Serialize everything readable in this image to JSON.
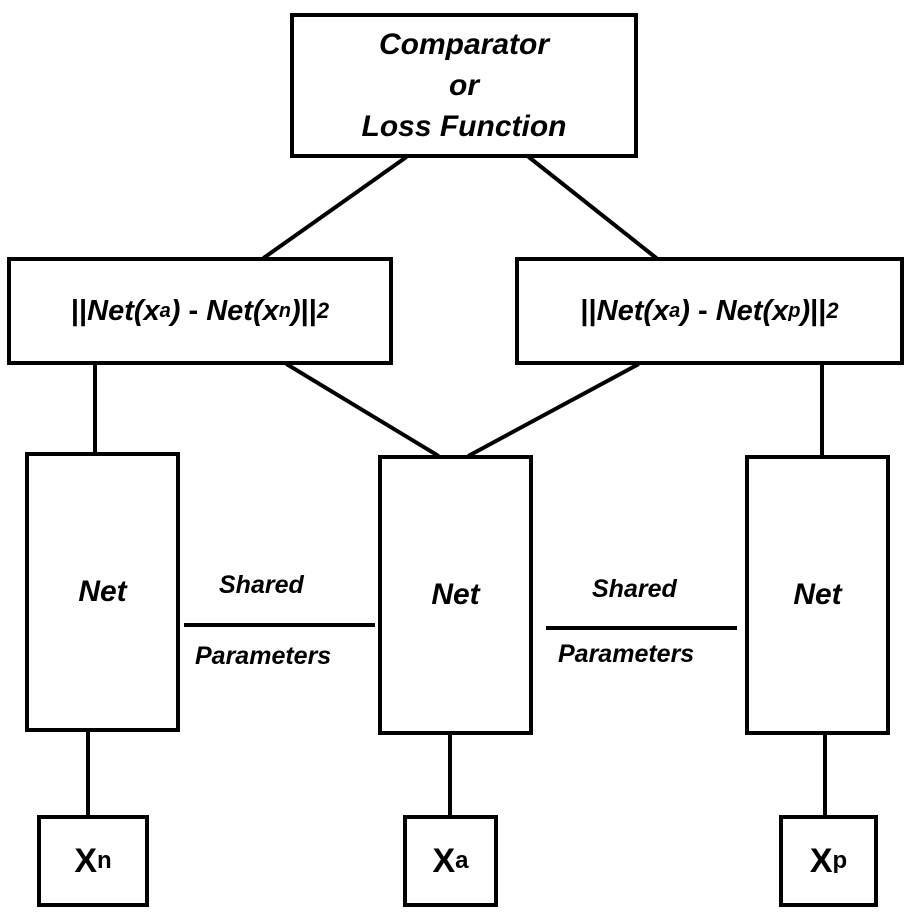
{
  "comparator": {
    "line1": "Comparator",
    "line2": "or",
    "line3": "Loss Function"
  },
  "distance_left": {
    "open": "||",
    "net1": "Net(x",
    "sub1": "a",
    "close1": ")",
    "minus": " - ",
    "net2": "Net(x",
    "sub2": "n",
    "close2": ")",
    "close_norm": "||",
    "norm_sub": "2"
  },
  "distance_right": {
    "open": "||",
    "net1": "Net(x",
    "sub1": "a",
    "close1": ")",
    "minus": " - ",
    "net2": "Net(x",
    "sub2": "p",
    "close2": ")",
    "close_norm": "||",
    "norm_sub": "2"
  },
  "nets": {
    "left": "Net",
    "center": "Net",
    "right": "Net"
  },
  "shared": {
    "left_top": "Shared",
    "left_bottom": "Parameters",
    "right_top": "Shared",
    "right_bottom": "Parameters"
  },
  "inputs": {
    "left": {
      "base": "X",
      "sub": "n"
    },
    "center": {
      "base": "X",
      "sub": "a"
    },
    "right": {
      "base": "X",
      "sub": "p"
    }
  }
}
